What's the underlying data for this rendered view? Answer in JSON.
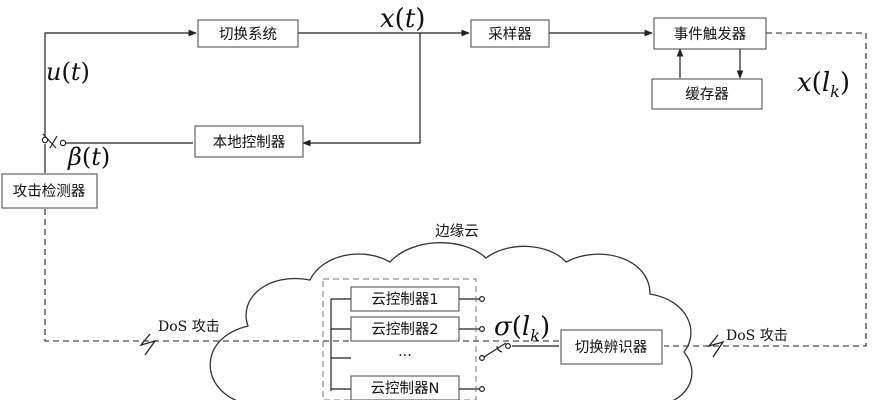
{
  "blocks": {
    "switch_system": "切换系统",
    "sampler": "采样器",
    "event_trigger": "事件触发器",
    "buffer": "缓存器",
    "local_controller": "本地控制器",
    "attack_detector": "攻击检测器",
    "switch_identifier": "切换辨识器",
    "cloud_controller_1": "云控制器1",
    "cloud_controller_2": "云控制器2",
    "cloud_controller_dots": "···",
    "cloud_controller_n": "云控制器N"
  },
  "signals": {
    "x_t": {
      "sym": "x",
      "arg": "t"
    },
    "u_t": {
      "sym": "u",
      "arg": "t"
    },
    "beta_t": {
      "sym": "β",
      "arg": "t"
    },
    "x_lk": {
      "sym": "x",
      "arg": "l",
      "sub": "k"
    },
    "sigma_lk": {
      "sym": "σ",
      "arg": "l",
      "sub": "k"
    }
  },
  "labels": {
    "edge_cloud": "边缘云",
    "dos_attack_left": "DoS 攻击",
    "dos_attack_right": "DoS 攻击"
  }
}
